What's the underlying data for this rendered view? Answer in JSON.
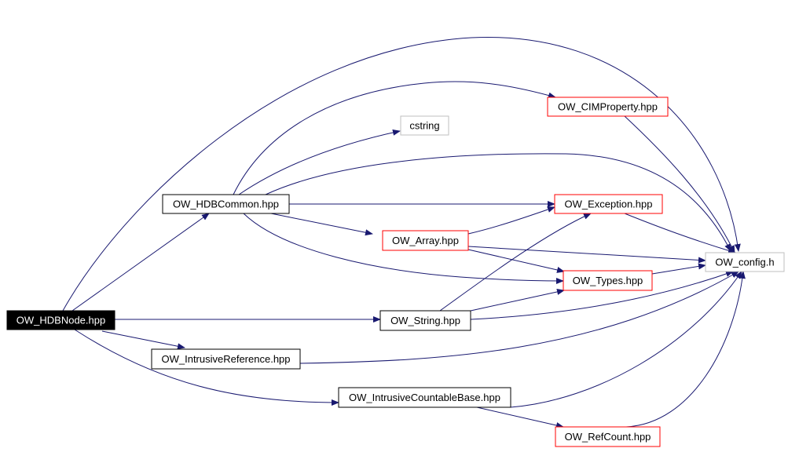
{
  "colors": {
    "edge": "#191970",
    "root_fill": "#000000",
    "root_text": "#ffffff",
    "normal_border": "#000000",
    "link_border": "#ff0000",
    "external_border": "#bfbfbf",
    "node_fill": "#ffffff",
    "node_text": "#000000"
  },
  "nodes": [
    {
      "id": "hdbnode",
      "label": "OW_HDBNode.hpp",
      "style": "root"
    },
    {
      "id": "hdbcommon",
      "label": "OW_HDBCommon.hpp",
      "style": "normal"
    },
    {
      "id": "cimproperty",
      "label": "OW_CIMProperty.hpp",
      "style": "link"
    },
    {
      "id": "cstring",
      "label": "cstring",
      "style": "external"
    },
    {
      "id": "exception",
      "label": "OW_Exception.hpp",
      "style": "link"
    },
    {
      "id": "array",
      "label": "OW_Array.hpp",
      "style": "link"
    },
    {
      "id": "config",
      "label": "OW_config.h",
      "style": "external"
    },
    {
      "id": "types",
      "label": "OW_Types.hpp",
      "style": "link"
    },
    {
      "id": "string",
      "label": "OW_String.hpp",
      "style": "normal"
    },
    {
      "id": "intrusiveref",
      "label": "OW_IntrusiveReference.hpp",
      "style": "normal"
    },
    {
      "id": "countablebase",
      "label": "OW_IntrusiveCountableBase.hpp",
      "style": "normal"
    },
    {
      "id": "refcount",
      "label": "OW_RefCount.hpp",
      "style": "link"
    }
  ],
  "edges": [
    {
      "from": "hdbnode",
      "to": "config"
    },
    {
      "from": "hdbnode",
      "to": "hdbcommon"
    },
    {
      "from": "hdbnode",
      "to": "string"
    },
    {
      "from": "hdbnode",
      "to": "intrusiveref"
    },
    {
      "from": "hdbnode",
      "to": "countablebase"
    },
    {
      "from": "hdbcommon",
      "to": "cimproperty"
    },
    {
      "from": "hdbcommon",
      "to": "cstring"
    },
    {
      "from": "hdbcommon",
      "to": "config"
    },
    {
      "from": "hdbcommon",
      "to": "exception"
    },
    {
      "from": "hdbcommon",
      "to": "array"
    },
    {
      "from": "hdbcommon",
      "to": "types"
    },
    {
      "from": "cimproperty",
      "to": "config"
    },
    {
      "from": "exception",
      "to": "config"
    },
    {
      "from": "array",
      "to": "exception"
    },
    {
      "from": "array",
      "to": "config"
    },
    {
      "from": "array",
      "to": "types"
    },
    {
      "from": "types",
      "to": "config"
    },
    {
      "from": "string",
      "to": "exception"
    },
    {
      "from": "string",
      "to": "types"
    },
    {
      "from": "string",
      "to": "config"
    },
    {
      "from": "intrusiveref",
      "to": "config"
    },
    {
      "from": "countablebase",
      "to": "config"
    },
    {
      "from": "countablebase",
      "to": "refcount"
    },
    {
      "from": "refcount",
      "to": "config"
    }
  ]
}
